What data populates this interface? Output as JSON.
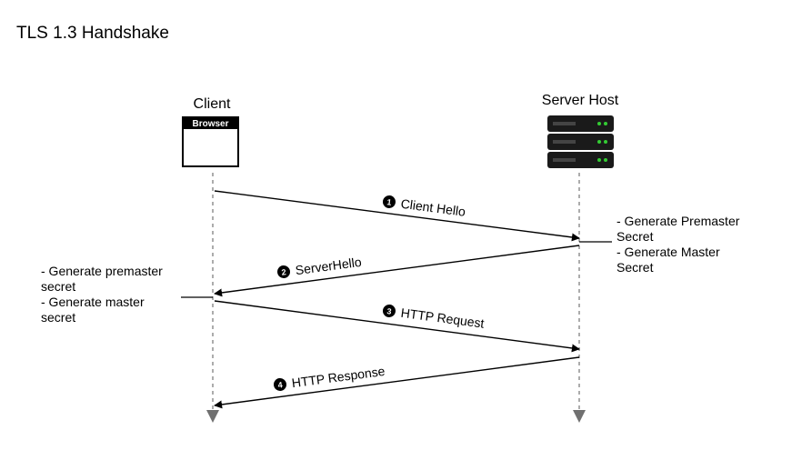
{
  "title": "TLS 1.3 Handshake",
  "actors": {
    "client": {
      "label": "Client",
      "icon": "browser-icon",
      "icon_label": "Browser"
    },
    "server": {
      "label": "Server Host",
      "icon": "server-rack-icon"
    }
  },
  "messages": [
    {
      "step": "1",
      "label": "Client Hello",
      "from": "client",
      "to": "server"
    },
    {
      "step": "2",
      "label": "ServerHello",
      "from": "server",
      "to": "client"
    },
    {
      "step": "3",
      "label": "HTTP Request",
      "from": "client",
      "to": "server"
    },
    {
      "step": "4",
      "label": "HTTP Response",
      "from": "server",
      "to": "client"
    }
  ],
  "notes": {
    "server": [
      "- Generate Premaster",
      "Secret",
      "- Generate Master",
      "Secret"
    ],
    "client": [
      "- Generate premaster",
      "secret",
      "- Generate master",
      "secret"
    ]
  },
  "colors": {
    "line": "#000000",
    "lifeline": "#808080",
    "server_led": "#33cc33",
    "server_body": "#1a1a1a"
  }
}
